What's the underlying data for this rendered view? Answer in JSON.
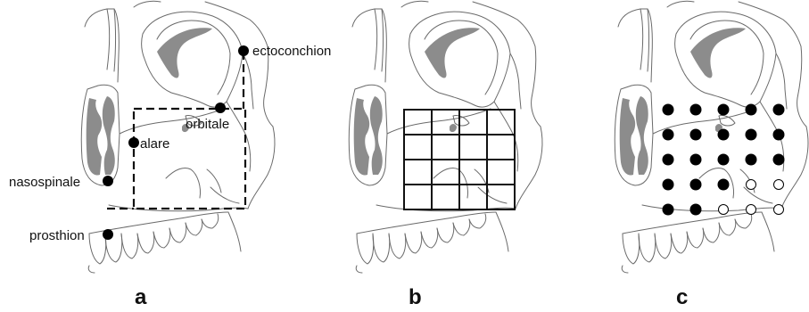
{
  "figure": {
    "panels": [
      {
        "id": "a",
        "label": "a",
        "landmarks": [
          {
            "name": "ectoconchion",
            "label": "ectoconchion"
          },
          {
            "name": "orbitale",
            "label": "orbitale"
          },
          {
            "name": "alare",
            "label": "alare"
          },
          {
            "name": "nasospinale",
            "label": "nasospinale"
          },
          {
            "name": "prosthion",
            "label": "prosthion"
          }
        ]
      },
      {
        "id": "b",
        "label": "b",
        "grid": {
          "rows": 4,
          "cols": 4
        }
      },
      {
        "id": "c",
        "label": "c",
        "dot_grid": {
          "rows": 5,
          "cols": 5,
          "filled": [
            [
              1,
              1,
              1,
              1,
              1
            ],
            [
              1,
              1,
              1,
              1,
              1
            ],
            [
              1,
              1,
              1,
              1,
              1
            ],
            [
              1,
              1,
              1,
              0,
              0
            ],
            [
              1,
              1,
              0,
              0,
              0
            ]
          ]
        }
      }
    ],
    "colors": {
      "lines": "#6a6a6a",
      "fill_grey": "#8c8c8c",
      "marks": "#000000"
    }
  }
}
